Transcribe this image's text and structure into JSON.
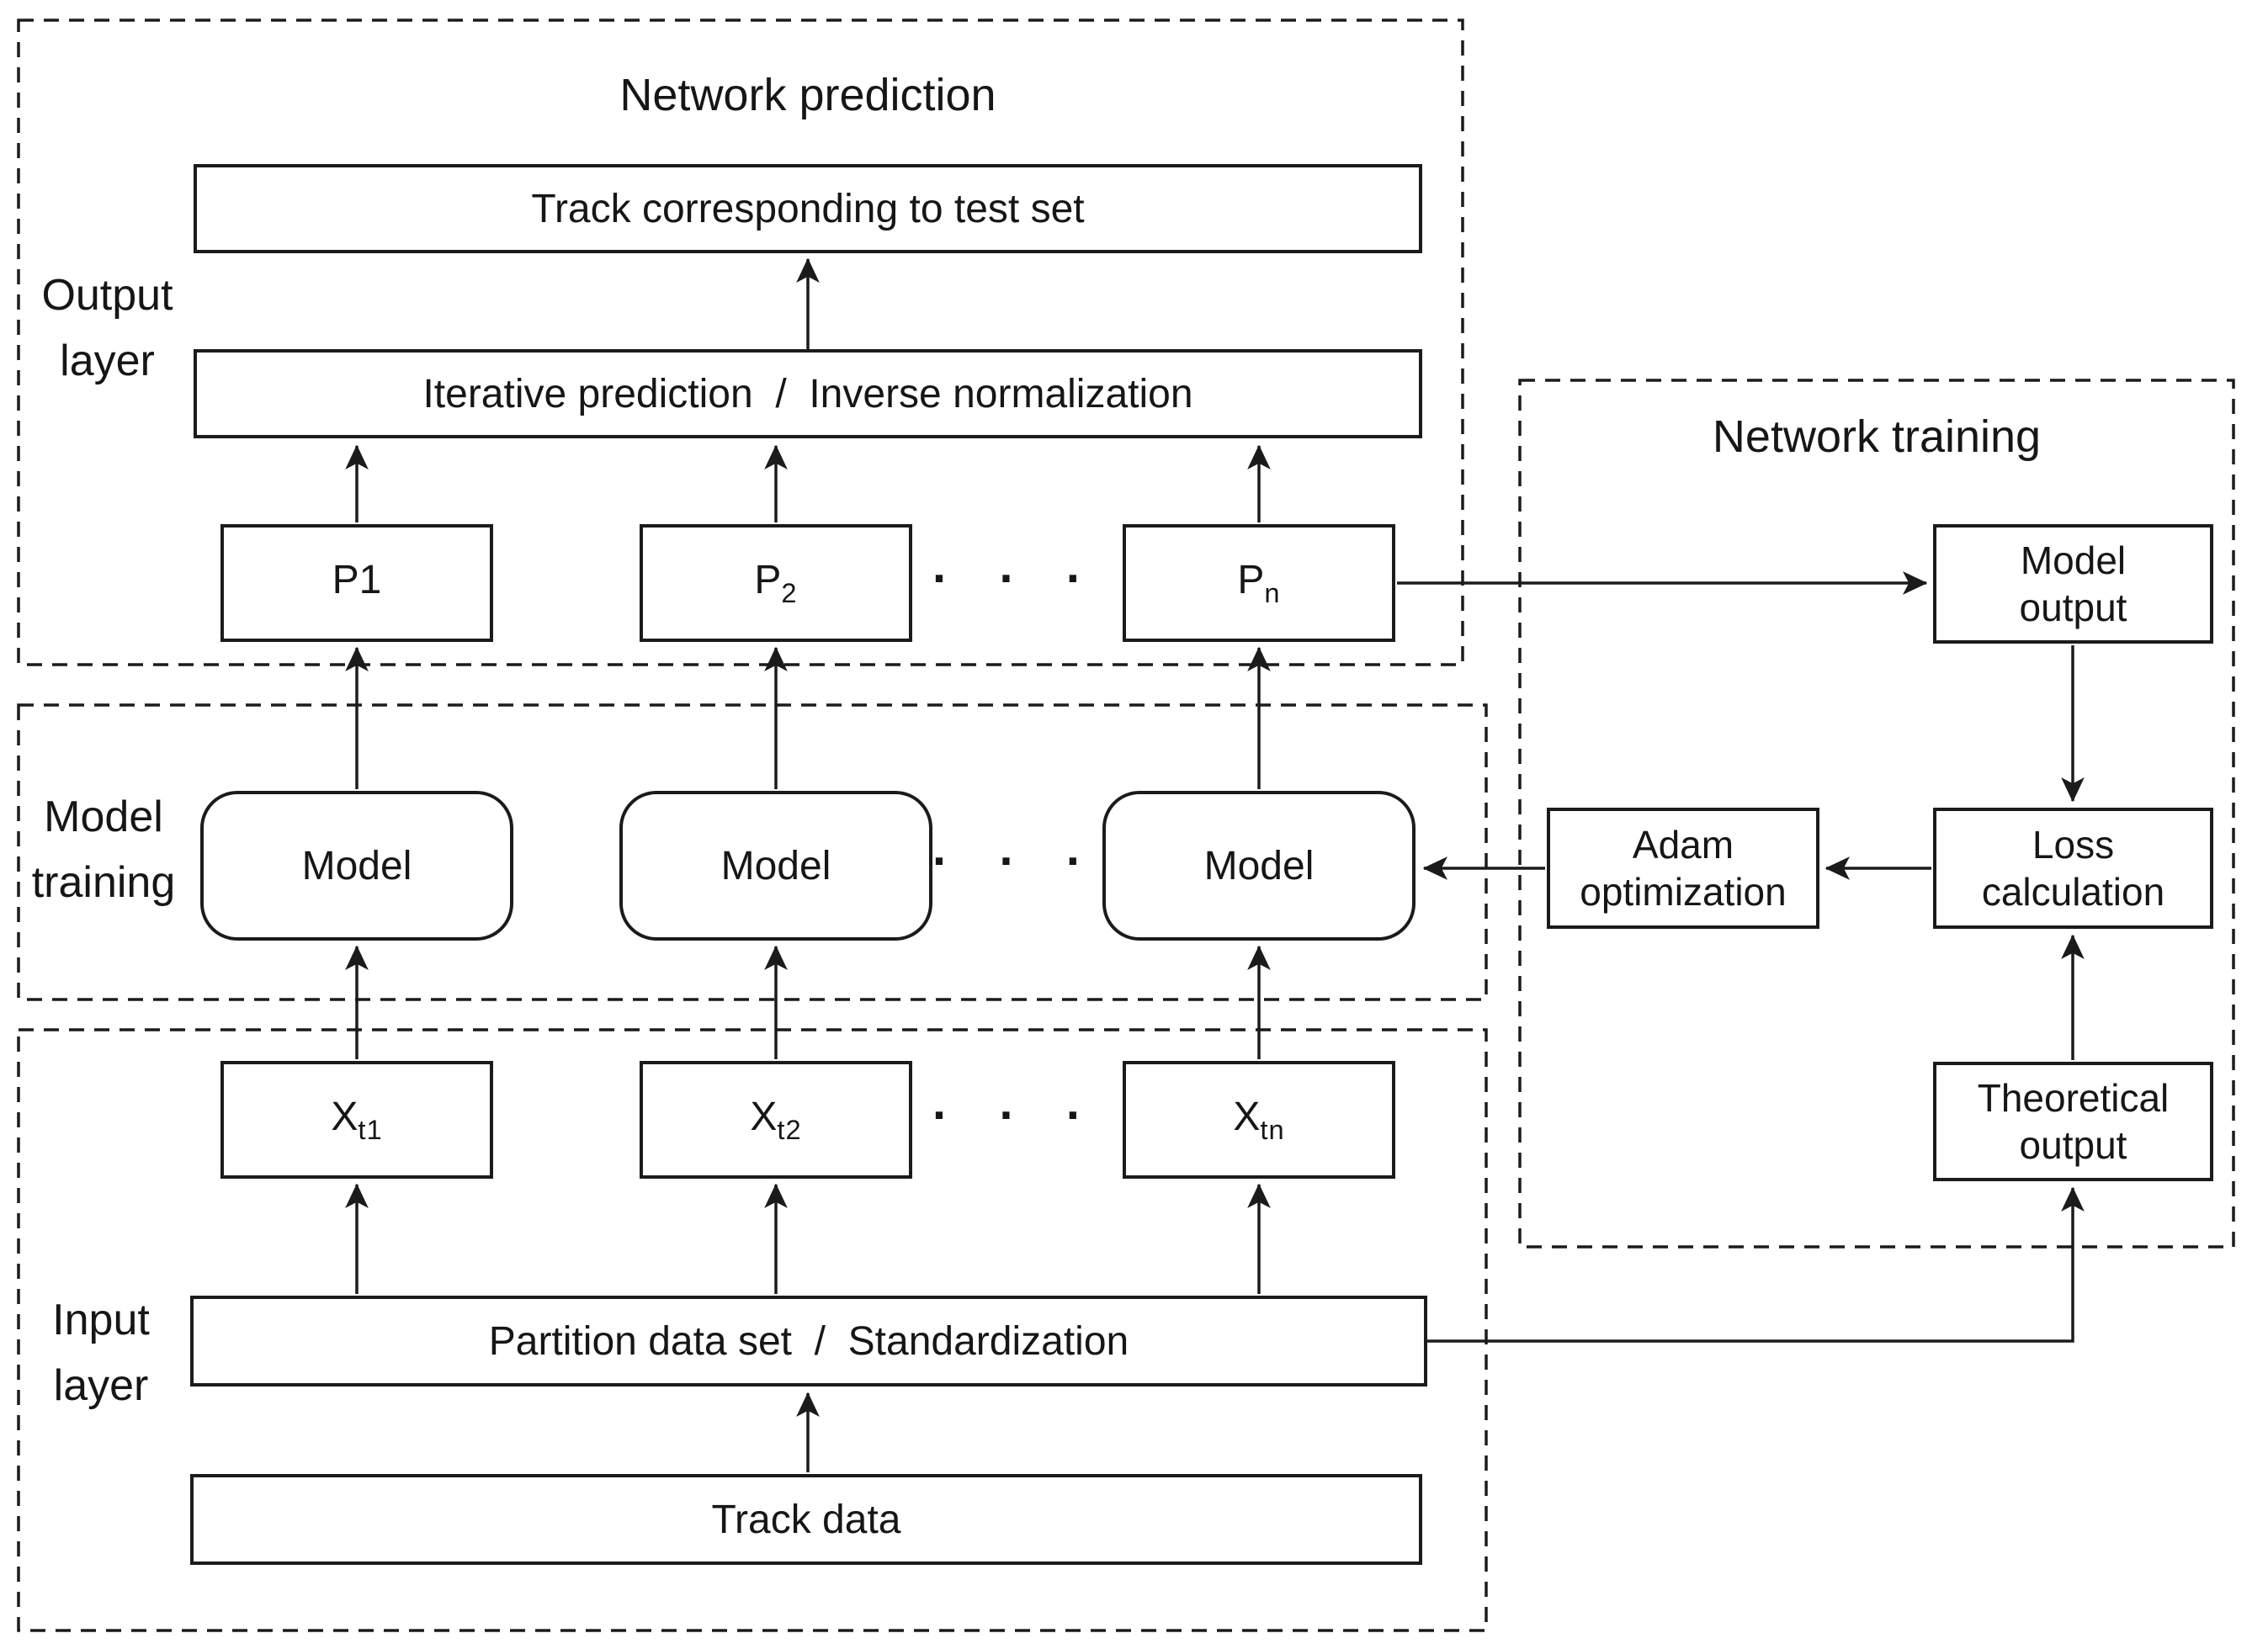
{
  "diagram": {
    "background_color": "#ffffff",
    "stroke_color": "#1b1b1b",
    "sections": {
      "network_prediction": {
        "title": "Network prediction"
      },
      "network_training": {
        "title": "Network training"
      },
      "output_layer": {
        "label": "Output\nlayer"
      },
      "model_training": {
        "label": "Model\ntraining"
      },
      "input_layer": {
        "label": "Input\nlayer"
      }
    },
    "boxes": {
      "track_test": {
        "label": "Track corresponding to test set"
      },
      "iterative": {
        "label": "Iterative prediction  /  Inverse normalization"
      },
      "p1": {
        "main": "P1",
        "sub": ""
      },
      "p2": {
        "main": "P",
        "sub": "2"
      },
      "pn": {
        "main": "P",
        "sub": "n"
      },
      "model1": {
        "label": "Model"
      },
      "model2": {
        "label": "Model"
      },
      "model3": {
        "label": "Model"
      },
      "x1": {
        "main": "X",
        "sub": "t1"
      },
      "x2": {
        "main": "X",
        "sub": "t2"
      },
      "xn": {
        "main": "X",
        "sub": "tn"
      },
      "partition": {
        "label": "Partition data set  /  Standardization"
      },
      "track_data": {
        "label": "Track data"
      },
      "model_output": {
        "line1": "Model",
        "line2": "output"
      },
      "loss": {
        "line1": "Loss",
        "line2": "calculation"
      },
      "adam": {
        "line1": "Adam",
        "line2": "optimization"
      },
      "theoretical": {
        "line1": "Theoretical",
        "line2": "output"
      }
    },
    "ellipsis": "· · ·"
  }
}
